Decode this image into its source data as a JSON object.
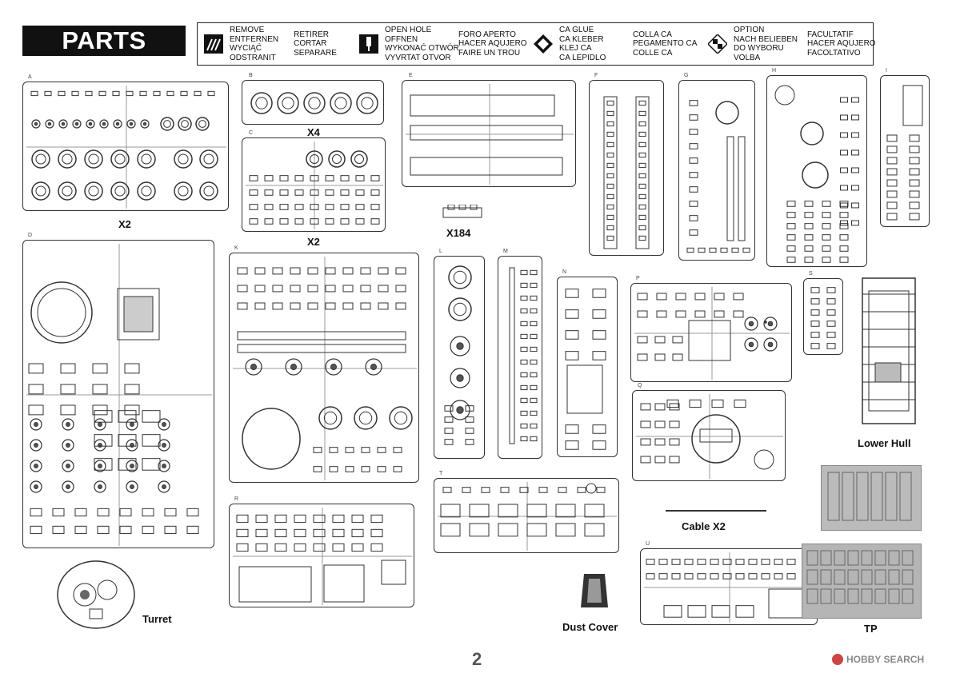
{
  "header": {
    "title": "PARTS"
  },
  "legend": [
    {
      "icon": "remove-icon",
      "cols": [
        [
          "REMOVE",
          "ENTFERNEN",
          "WYCIĄĆ",
          "ODSTRANIT"
        ],
        [
          "RETIRER",
          "CORTAR",
          "SEPARARE"
        ]
      ]
    },
    {
      "icon": "open-hole-icon",
      "cols": [
        [
          "OPEN HOLE",
          "OFFNEN",
          "WYKONAĆ OTWÓR",
          "VYVRTAT OTVOR"
        ],
        [
          "FORO APERTO",
          "HACER AQUJERO",
          "FAIRE UN TROU"
        ]
      ]
    },
    {
      "icon": "glue-icon",
      "cols": [
        [
          "CA GLUE",
          "CA KLEBER",
          "KLEJ CA",
          "CA LEPIDLO"
        ],
        [
          "COLLA CA",
          "PEGAMENTO CA",
          "COLLE CA"
        ]
      ]
    },
    {
      "icon": "option-icon",
      "cols": [
        [
          "OPTION",
          "NACH BELIEBEN",
          "DO WYBORU",
          "VOLBA"
        ],
        [
          "FACULTATIF",
          "HACER AQUJERO",
          "FACOLTATIVO"
        ]
      ]
    }
  ],
  "captions": {
    "a_x2": "X2",
    "b_x4": "X4",
    "c_x2": "X2",
    "links_x184": "X184",
    "lower_hull": "Lower Hull",
    "cable_x2": "Cable X2",
    "turret": "Turret",
    "dust_cover": "Dust Cover",
    "tp": "TP"
  },
  "sprue_letters": {
    "a": "A",
    "b": "B",
    "c": "C",
    "e": "E",
    "f": "F",
    "g": "G",
    "h": "H",
    "i": "I",
    "d": "D",
    "k": "K",
    "l": "L",
    "m": "M",
    "n": "N",
    "s": "S",
    "p": "P",
    "q": "Q",
    "r": "R",
    "t": "T",
    "u": "U"
  },
  "page": {
    "number": "2"
  },
  "watermark": {
    "text": "HOBBY SEARCH"
  }
}
